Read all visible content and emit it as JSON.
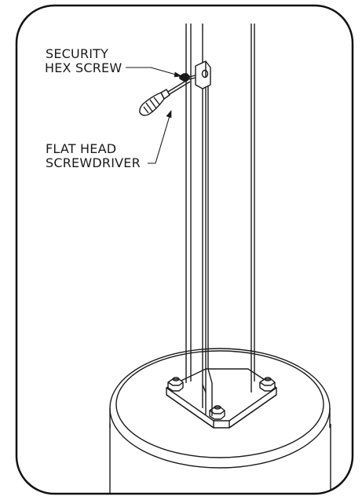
{
  "callouts": {
    "screw": {
      "line1": "SECURITY",
      "line2": "HEX SCREW"
    },
    "driver": {
      "line1": "FLAT HEAD",
      "line2": "SCREWDRIVER"
    }
  },
  "colors": {
    "ink": "#1a1a1a",
    "frame": "#111111",
    "background": "#ffffff"
  },
  "icons": [
    "security-hex-screw",
    "flat-head-screwdriver"
  ]
}
